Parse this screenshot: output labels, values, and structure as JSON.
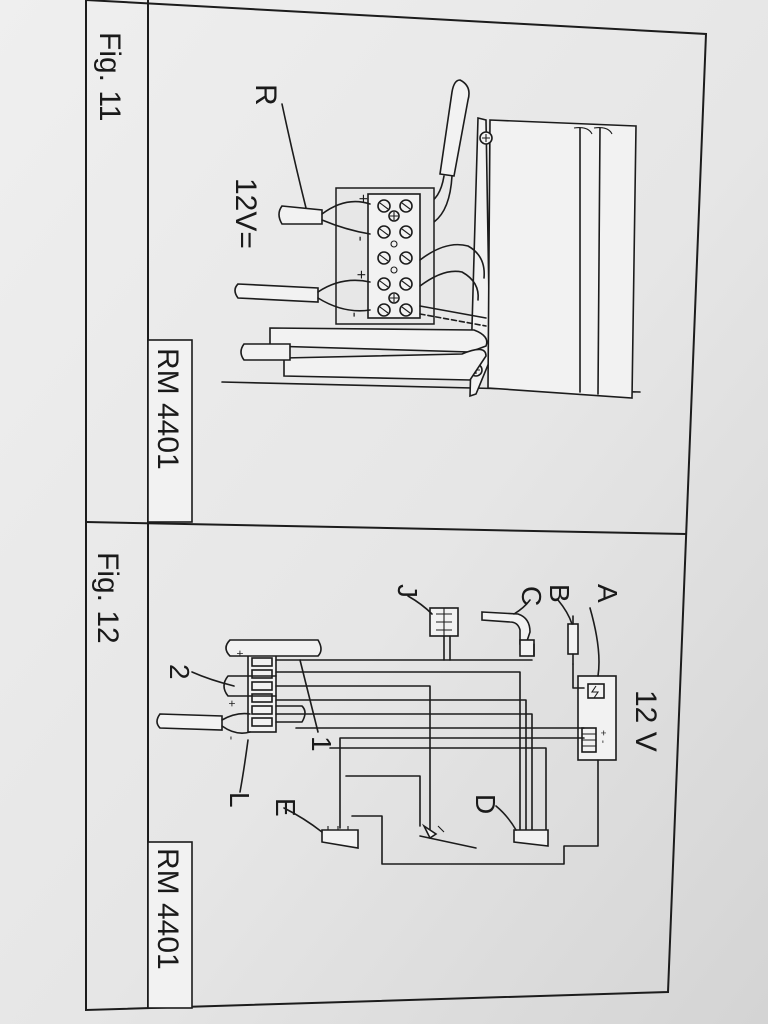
{
  "fig11": {
    "title": "Fig. 11",
    "model": "RM 4401",
    "label_r": "R",
    "label_voltage": "12V=",
    "plus": "+",
    "minus": "-"
  },
  "fig12": {
    "title": "Fig. 12",
    "model": "RM 4401",
    "voltage": "12 V",
    "labels": {
      "a": "A",
      "b": "B",
      "c": "C",
      "j": "J",
      "d": "D",
      "e": "E",
      "l": "L",
      "one": "1",
      "two": "2"
    },
    "plus": "+",
    "minus": "-"
  }
}
